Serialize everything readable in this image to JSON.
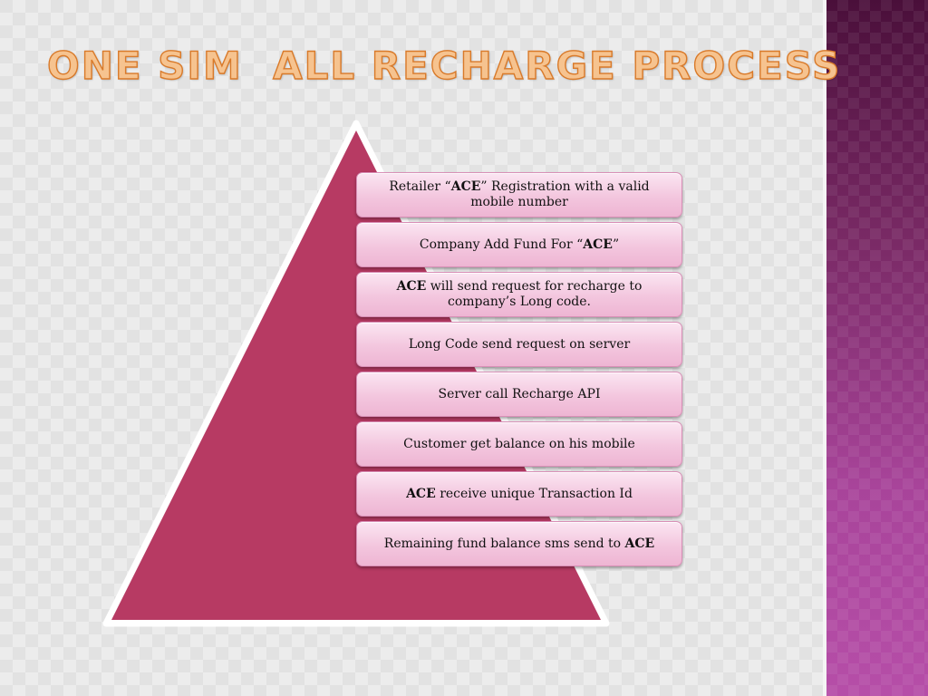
{
  "slide": {
    "title": "ONE SIM  ALL RECHARGE PROCESS",
    "colors": {
      "title_fill": "#f6c38f",
      "title_outline": "#d97a2a",
      "pyramid_fill": "#b73a63",
      "step_fill": "#f3c6de",
      "side_panel_top": "#4a0f3a",
      "side_panel_bottom": "#b64ea8"
    }
  },
  "steps": [
    {
      "pre": "Retailer  “",
      "bold": "ACE",
      "post": "” Registration with a valid mobile number"
    },
    {
      "pre": "Company Add Fund For “",
      "bold": "ACE",
      "post": "”"
    },
    {
      "pre": "",
      "bold": "ACE",
      "post": " will send request for recharge to company’s Long code."
    },
    {
      "pre": "Long Code send request on server",
      "bold": "",
      "post": ""
    },
    {
      "pre": "Server call Recharge API",
      "bold": "",
      "post": ""
    },
    {
      "pre": "Customer get balance on his mobile",
      "bold": "",
      "post": ""
    },
    {
      "pre": "",
      "bold": "ACE",
      "post": " receive unique Transaction Id"
    },
    {
      "pre": "Remaining fund balance sms send to ",
      "bold": "ACE",
      "post": ""
    }
  ]
}
